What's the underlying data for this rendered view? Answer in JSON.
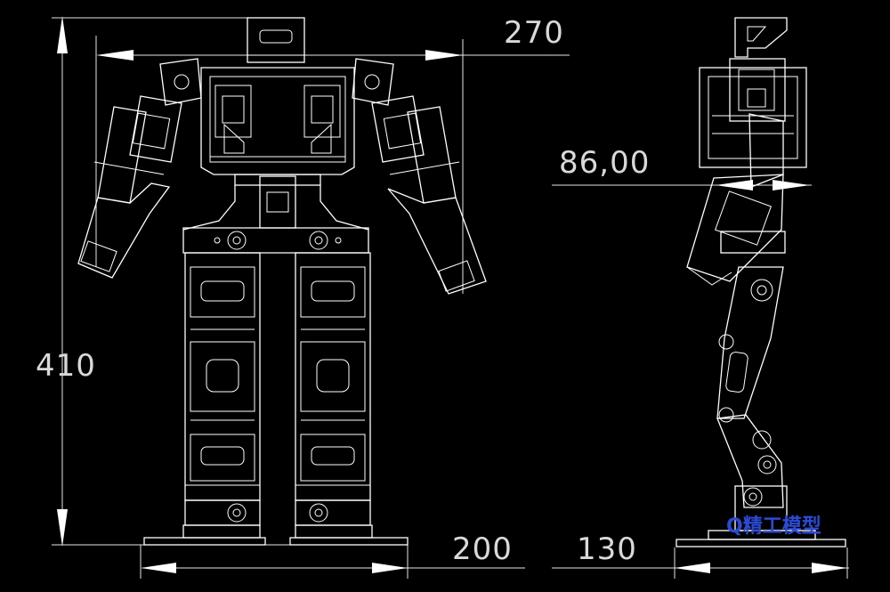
{
  "drawing": {
    "dimensions": {
      "width_top": "270",
      "height_left": "410",
      "foot_width_front": "200",
      "foot_length_side": "130",
      "side_depth": "86,00"
    },
    "watermark": "Q精工模型"
  }
}
